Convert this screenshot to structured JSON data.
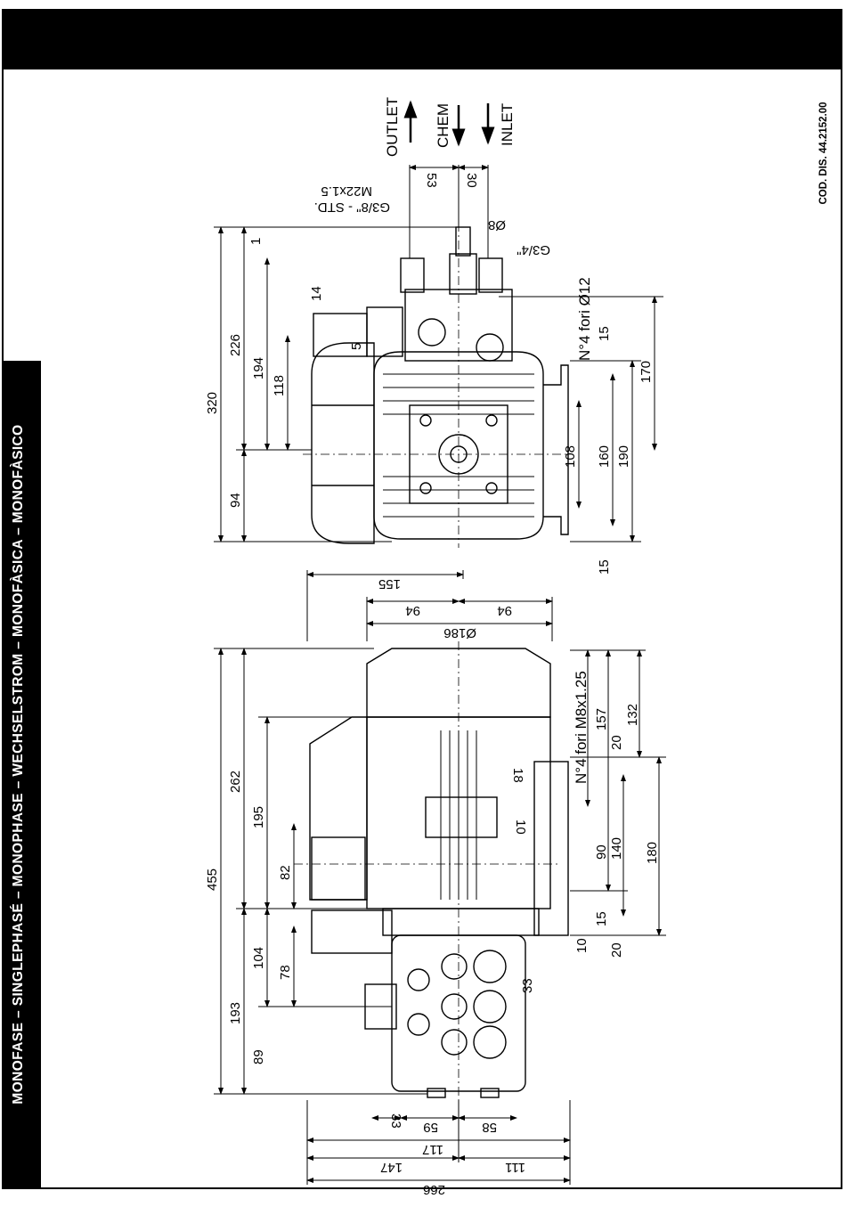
{
  "header": {
    "title": "MONOFASE – SINGLEPHASÉ – MONOPHASE – WECHSELSTROM – MONOFÀSICA – MONOFÀSICO",
    "drawing_code": "COD. DIS. 44.2152.00"
  },
  "top_view": {
    "flow_labels": {
      "outlet": "OUTLET",
      "chem": "CHEM",
      "inlet": "INLET"
    },
    "thread_labels": {
      "g38": "G3/8\" - STD.",
      "m22": "M22x1.5",
      "d8": "Ø8",
      "g34": "G3/4\"",
      "holes": "N°4 fori Ø12"
    },
    "dims": {
      "d320": "320",
      "d226": "226",
      "d194": "194",
      "d118": "118",
      "d94": "94",
      "d14": "14",
      "d5": "5",
      "d1": "1",
      "d53": "53",
      "d30": "30",
      "d15a": "15",
      "d108": "108",
      "d160": "160",
      "d190": "190",
      "d170": "170",
      "d15b": "15"
    }
  },
  "side_view": {
    "labels": {
      "holes": "N°4 fori M8x1.25"
    },
    "dims": {
      "d155": "155",
      "d94a": "94",
      "d94b": "94",
      "d186": "Ø186",
      "d455": "455",
      "d262": "262",
      "d195": "195",
      "d82": "82",
      "d193": "193",
      "d104": "104",
      "d78": "78",
      "d89": "89",
      "d18": "18",
      "d10a": "10",
      "d33": "33",
      "d157": "157",
      "d132": "132",
      "d20a": "20",
      "d90": "90",
      "d140": "140",
      "d180": "180",
      "d15": "15",
      "d10b": "10",
      "d20b": "20",
      "d33b": "33",
      "d59": "59",
      "d58": "58",
      "d117": "117",
      "d147": "147",
      "d111": "111",
      "d266": "266"
    }
  }
}
